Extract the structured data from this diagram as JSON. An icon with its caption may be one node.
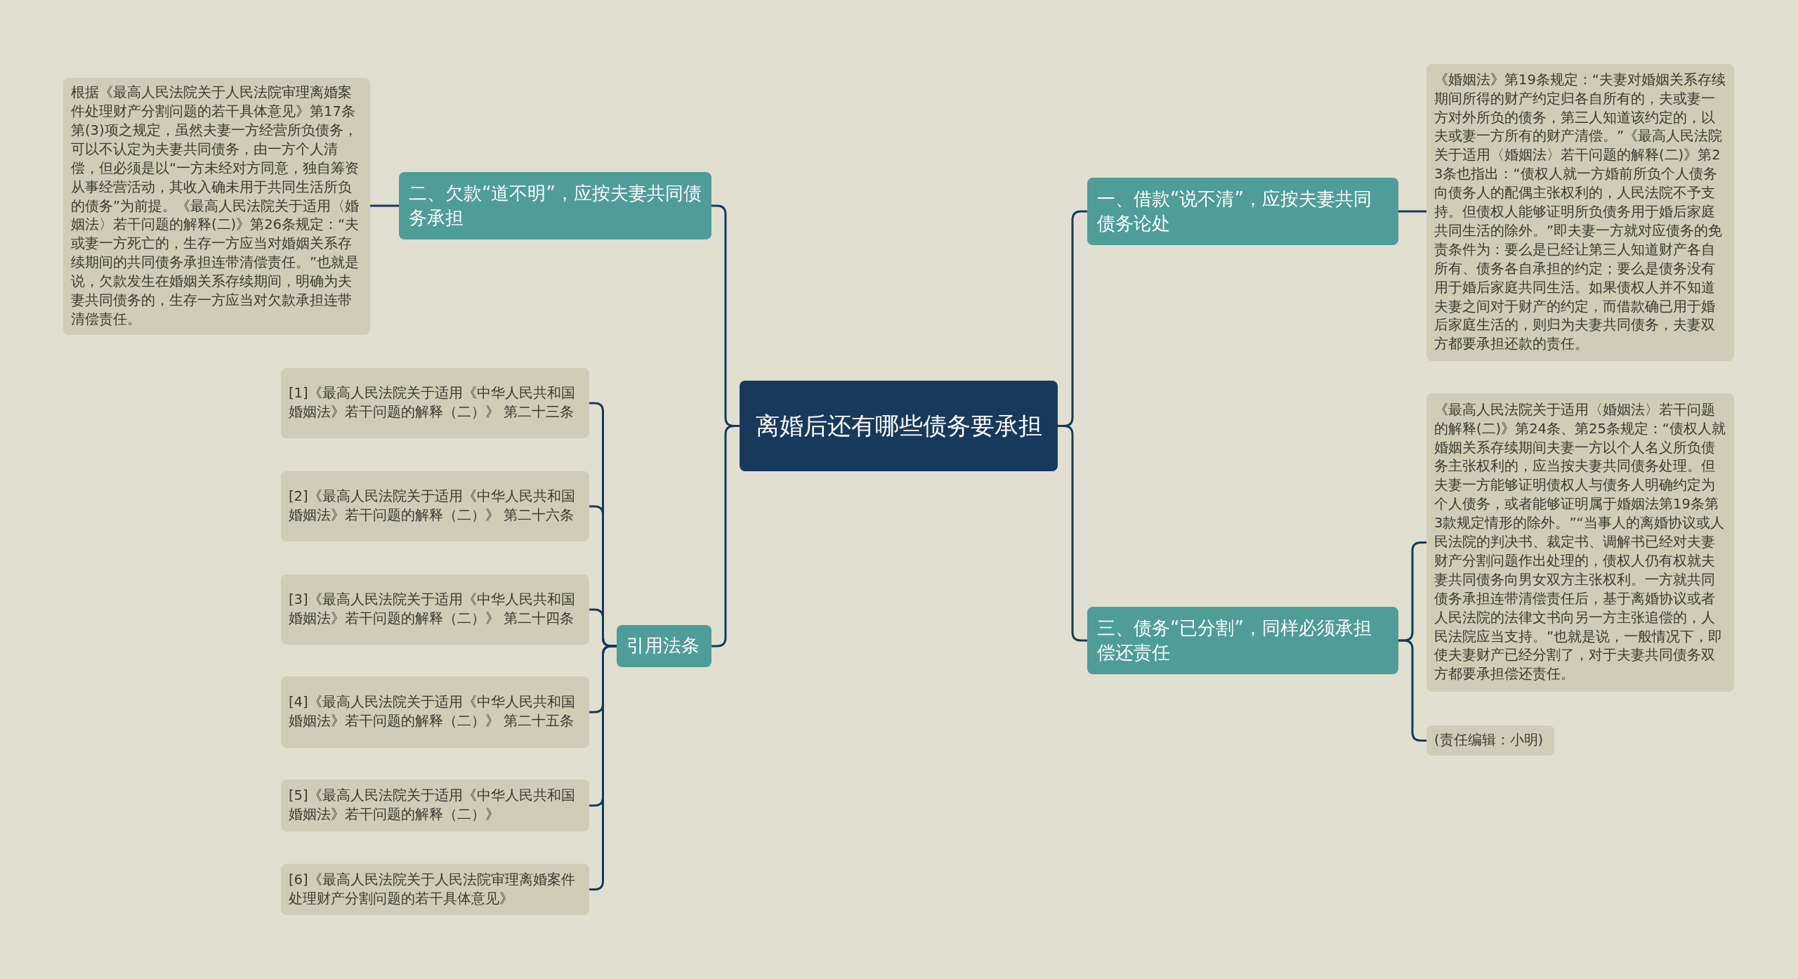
{
  "diagram": {
    "nodes": [
      {
        "text": [
          "离婚后还有哪些债务要承担"
        ]
      },
      {
        "text": [
          "一、借款“说不清”，应按夫妻共同债务论处"
        ]
      },
      {
        "text": [
          "《婚姻法》第19条规定：“夫妻对婚姻关系存续期间所得的财产约定归各自所有的，夫或妻一方对外所负的债务，第三人知道该约定的，以夫或妻一方所有的财产清偿。”《最高人民法院关于适用〈婚姻法〉若干问题的解释(二)》第23条也指出：“债权人就一方婚前所负个人债务向债务人的配偶主张权利的，人民法院不予支持。但债权人能够证明所负债务用于婚后家庭共同生活的除外。”即夫妻一方就对应债务的免责条件为：要么是已经让第三人知道财产各自所有、债务各自承担的约定；要么是债务没有用于婚后家庭共同生活。如果债权人并不知道夫妻之间对于财产的约定，而借款确已用于婚后家庭生活的，则归为夫妻共同债务，夫妻双方都要承担还款的责任。"
        ]
      },
      {
        "text": [
          "三、债务“已分割”，同样必须承担偿还责任"
        ]
      },
      {
        "text": [
          "《最高人民法院关于适用〈婚姻法〉若干问题的解释(二)》第24条、第25条规定：“债权人就婚姻关系存续期间夫妻一方以个人名义所负债务主张权利的，应当按夫妻共同债务处理。但夫妻一方能够证明债权人与债务人明确约定为个人债务，或者能够证明属于婚姻法第19条第3款规定情形的除外。”“当事人的离婚协议或人民法院的判决书、裁定书、调解书已经对夫妻财产分割问题作出处理的，债权人仍有权就夫妻共同债务向男女双方主张权利。一方就共同债务承担连带清偿责任后，基于离婚协议或者人民法院的法律文书向另一方主张追偿的，人民法院应当支持。”也就是说，一般情况下，即使夫妻财产已经分割了，对于夫妻共同债务双方都要承担偿还责任。"
        ]
      },
      {
        "text": [
          "(责任编辑：小明)"
        ]
      },
      {
        "text": [
          "二、欠款“道不明”，应按夫妻共同债务承担"
        ]
      },
      {
        "text": [
          "根据《最高人民法院关于人民法院审理离婚案件处理财产分割问题的若干具体意见》第17条第(3)项之规定，虽然夫妻一方经营所负债务，可以不认定为夫妻共同债务，由一方个人清偿，但必须是以“一方未经对方同意，独自筹资从事经营活动，其收入确未用于共同生活所负的债务”为前提。《最高人民法院关于适用〈婚姻法〉若干问题的解释(二)》第26条规定：“夫或妻一方死亡的，生存一方应当对婚姻关系存续期间的共同债务承担连带清偿责任。”也就是说，欠款发生在婚姻关系存续期间，明确为夫妻共同债务的，生存一方应当对欠款承担连带清偿责任。"
        ]
      },
      {
        "text": [
          "引用法条"
        ]
      },
      {
        "text": [
          "[1]《最高人民法院关于适用《中华人民共和国婚姻法》若干问题的解释（二）》 第二十三条"
        ]
      },
      {
        "text": [
          "[2]《最高人民法院关于适用《中华人民共和国婚姻法》若干问题的解释（二）》 第二十六条"
        ]
      },
      {
        "text": [
          "[3]《最高人民法院关于适用《中华人民共和国婚姻法》若干问题的解释（二）》 第二十四条"
        ]
      },
      {
        "text": [
          "[4]《最高人民法院关于适用《中华人民共和国婚姻法》若干问题的解释（二）》 第二十五条"
        ]
      },
      {
        "text": [
          "[5]《最高人民法院关于适用《中华人民共和国婚姻法》若干问题的解释（二）》"
        ]
      },
      {
        "text": [
          "[6]《最高人民法院关于人民法院审理离婚案件处理财产分割问题的若干具体意见》"
        ]
      }
    ],
    "edges": [
      {
        "from": 0,
        "to": 1,
        "arrow": "none"
      },
      {
        "from": 1,
        "to": 2,
        "arrow": "none"
      },
      {
        "from": 0,
        "to": 3,
        "arrow": "none"
      },
      {
        "from": 3,
        "to": 4,
        "arrow": "none"
      },
      {
        "from": 3,
        "to": 5,
        "arrow": "none"
      },
      {
        "from": 0,
        "to": 6,
        "arrow": "none"
      },
      {
        "from": 6,
        "to": 7,
        "arrow": "none"
      },
      {
        "from": 0,
        "to": 8,
        "arrow": "none"
      },
      {
        "from": 8,
        "to": 9,
        "arrow": "none"
      },
      {
        "from": 8,
        "to": 10,
        "arrow": "none"
      },
      {
        "from": 8,
        "to": 11,
        "arrow": "none"
      },
      {
        "from": 8,
        "to": 12,
        "arrow": "none"
      },
      {
        "from": 8,
        "to": 13,
        "arrow": "none"
      },
      {
        "from": 8,
        "to": 14,
        "arrow": "none"
      }
    ]
  }
}
